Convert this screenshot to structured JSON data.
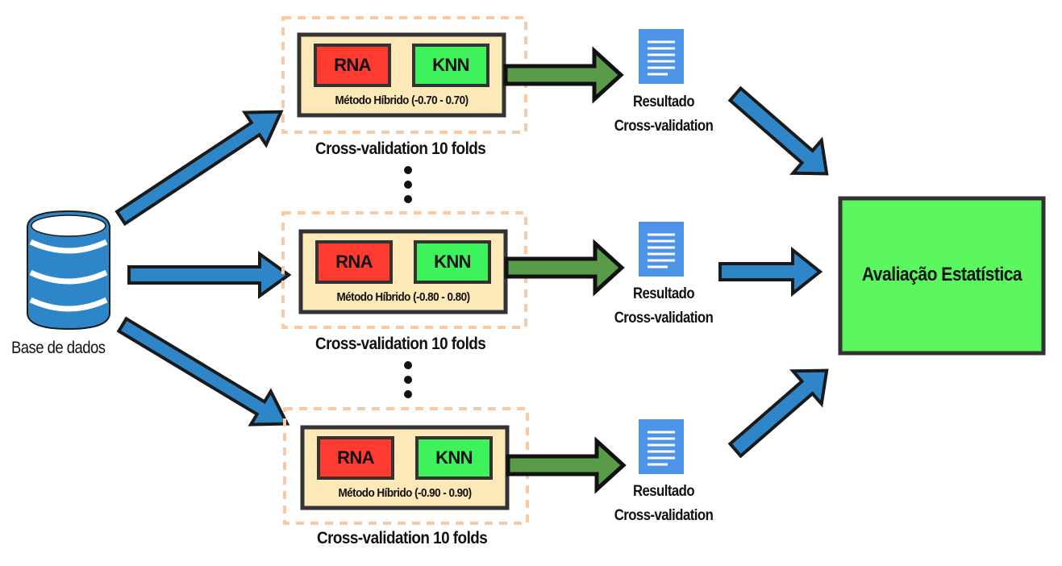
{
  "database": {
    "label": "Base de dados",
    "icon": "database-icon"
  },
  "dots_icon": "vertical-ellipsis-icon",
  "document_icon": "document-icon",
  "experiments": [
    {
      "model_a": "RNA",
      "model_b": "KNN",
      "method": "Método Híbrido (-0.70 - 0.70)",
      "cv_label": "Cross-validation 10 folds",
      "result_line1": "Resultado",
      "result_line2": "Cross-validation"
    },
    {
      "model_a": "RNA",
      "model_b": "KNN",
      "method": "Método Híbrido (-0.80 - 0.80)",
      "cv_label": "Cross-validation 10 folds",
      "result_line1": "Resultado",
      "result_line2": "Cross-validation"
    },
    {
      "model_a": "RNA",
      "model_b": "KNN",
      "method": "Método Híbrido (-0.90 - 0.90)",
      "cv_label": "Cross-validation 10 folds",
      "result_line1": "Resultado",
      "result_line2": "Cross-validation"
    }
  ],
  "final": {
    "label": "Avaliação Estatística"
  },
  "colors": {
    "blue_arrow": "#2e86c8",
    "green_arrow": "#5a9b4a",
    "rna_red": "#ff3b30",
    "knn_green": "#3df25a",
    "panel_bg": "#fde8b8",
    "panel_border": "#333333",
    "dashed_outline": "#f9c9a4",
    "final_green": "#5cf75e",
    "doc_blue": "#4d94e8",
    "db_blue": "#2e86c8"
  }
}
